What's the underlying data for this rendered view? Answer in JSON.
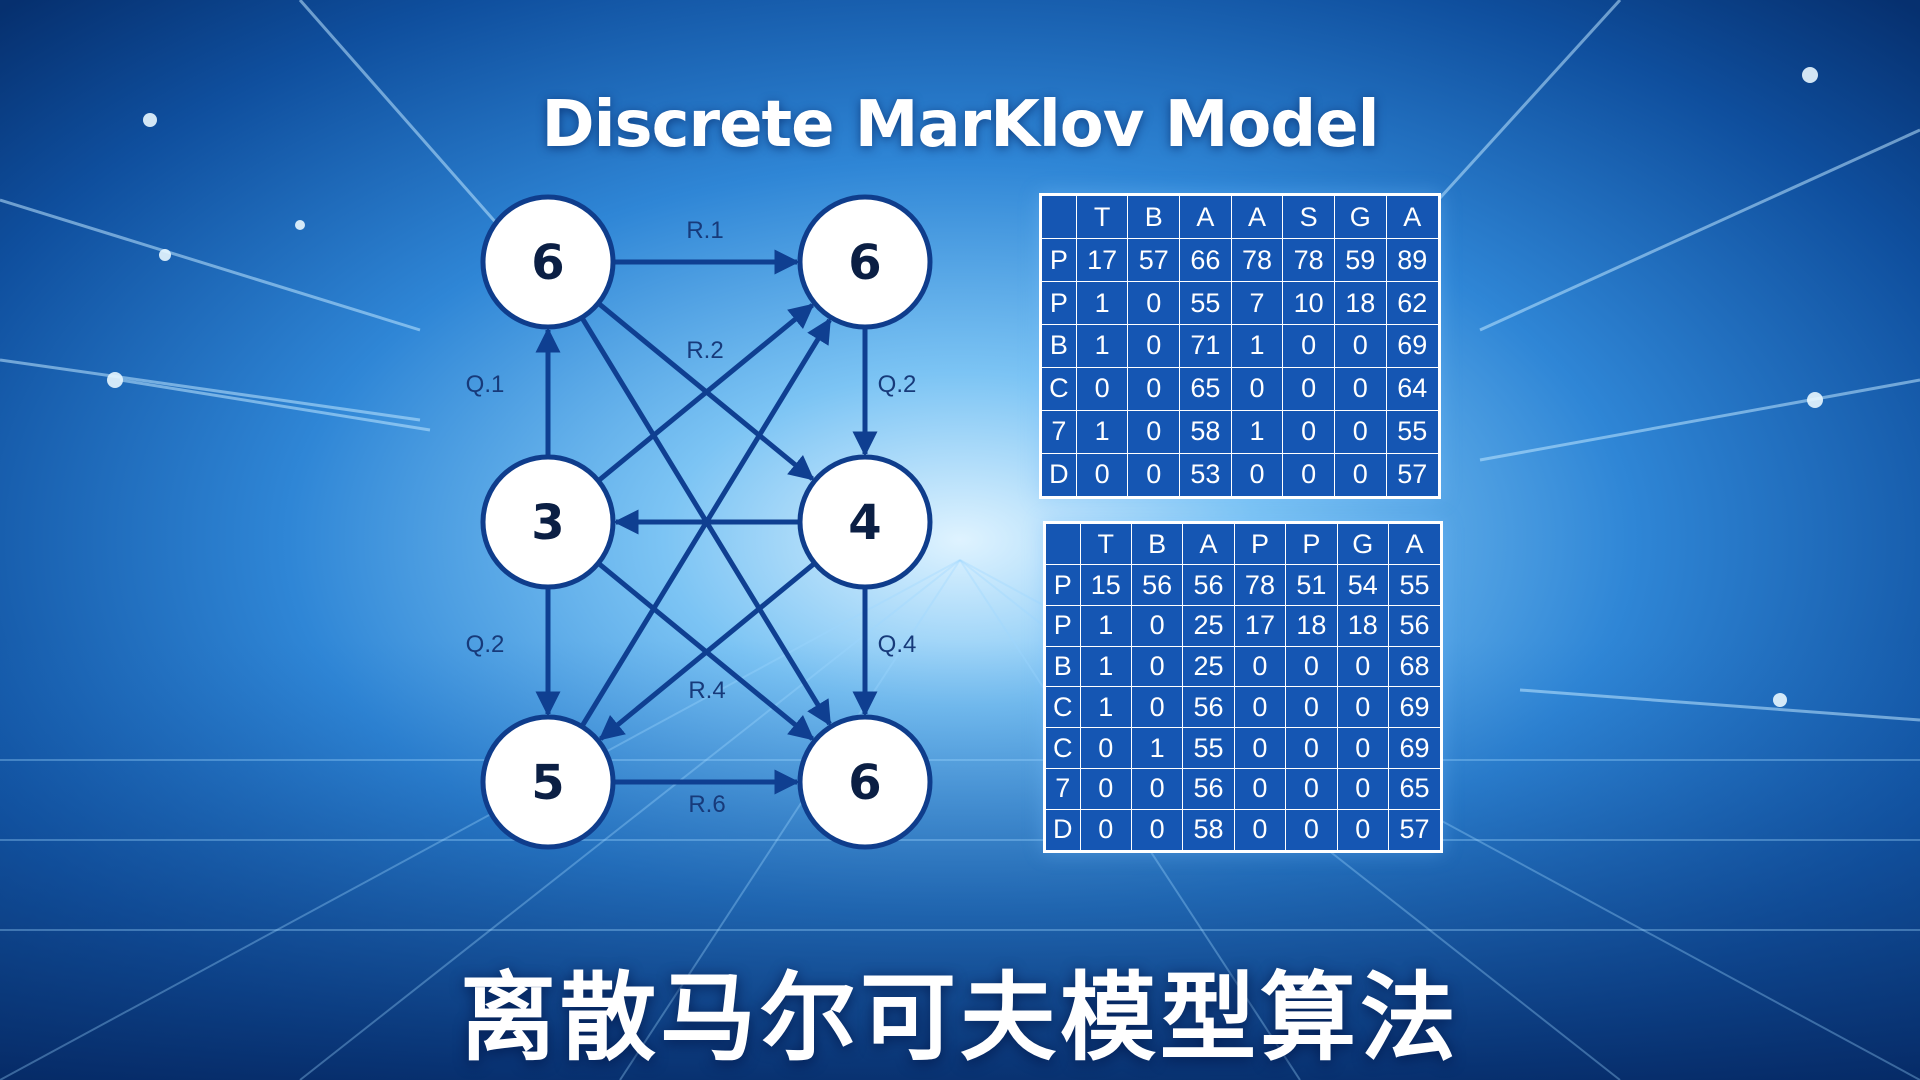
{
  "title": "Discrete MarKlov Model",
  "subtitle": "离散马尔可夫模型算法",
  "colors": {
    "background": "#0a3d86",
    "node_fill": "#ffffff",
    "node_stroke": "#0f3d8c",
    "edge": "#0f3f91",
    "table_fill": "#1556b3",
    "table_border": "#ffffff"
  },
  "diagram": {
    "nodes": [
      {
        "id": "tl",
        "label": "6"
      },
      {
        "id": "tr",
        "label": "6"
      },
      {
        "id": "ml",
        "label": "3"
      },
      {
        "id": "mr",
        "label": "4"
      },
      {
        "id": "bl",
        "label": "5"
      },
      {
        "id": "br",
        "label": "6"
      }
    ],
    "edges": [
      {
        "from": "tl",
        "to": "tr",
        "label": "R.1"
      },
      {
        "from": "tl",
        "to": "mr",
        "label": "R.2"
      },
      {
        "from": "tl",
        "to": "br",
        "label": ""
      },
      {
        "from": "ml",
        "to": "tl",
        "label": "Q.1"
      },
      {
        "from": "tr",
        "to": "mr",
        "label": "Q.2"
      },
      {
        "from": "ml",
        "to": "tr",
        "label": ""
      },
      {
        "from": "bl",
        "to": "tr",
        "label": ""
      },
      {
        "from": "mr",
        "to": "ml",
        "label": ""
      },
      {
        "from": "ml",
        "to": "bl",
        "label": "Q.2"
      },
      {
        "from": "ml",
        "to": "br",
        "label": ""
      },
      {
        "from": "mr",
        "to": "bl",
        "label": "R.4"
      },
      {
        "from": "mr",
        "to": "br",
        "label": "Q.4"
      },
      {
        "from": "bl",
        "to": "br",
        "label": "R.6"
      }
    ]
  },
  "table1": {
    "header": [
      "",
      "T",
      "B",
      "A",
      "A",
      "S",
      "G",
      "A"
    ],
    "rows": [
      [
        "P",
        "17",
        "57",
        "66",
        "78",
        "78",
        "59",
        "89"
      ],
      [
        "P",
        "1",
        "0",
        "55",
        "7",
        "10",
        "18",
        "62"
      ],
      [
        "B",
        "1",
        "0",
        "71",
        "1",
        "0",
        "0",
        "69"
      ],
      [
        "C",
        "0",
        "0",
        "65",
        "0",
        "0",
        "0",
        "64"
      ],
      [
        "7",
        "1",
        "0",
        "58",
        "1",
        "0",
        "0",
        "55"
      ],
      [
        "D",
        "0",
        "0",
        "53",
        "0",
        "0",
        "0",
        "57"
      ]
    ]
  },
  "table2": {
    "header": [
      "",
      "T",
      "B",
      "A",
      "P",
      "P",
      "G",
      "A"
    ],
    "rows": [
      [
        "P",
        "15",
        "56",
        "56",
        "78",
        "51",
        "54",
        "55"
      ],
      [
        "P",
        "1",
        "0",
        "25",
        "17",
        "18",
        "18",
        "56"
      ],
      [
        "B",
        "1",
        "0",
        "25",
        "0",
        "0",
        "0",
        "68"
      ],
      [
        "C",
        "1",
        "0",
        "56",
        "0",
        "0",
        "0",
        "69"
      ],
      [
        "C",
        "0",
        "1",
        "55",
        "0",
        "0",
        "0",
        "69"
      ],
      [
        "7",
        "0",
        "0",
        "56",
        "0",
        "0",
        "0",
        "65"
      ],
      [
        "D",
        "0",
        "0",
        "58",
        "0",
        "0",
        "0",
        "57"
      ]
    ]
  }
}
